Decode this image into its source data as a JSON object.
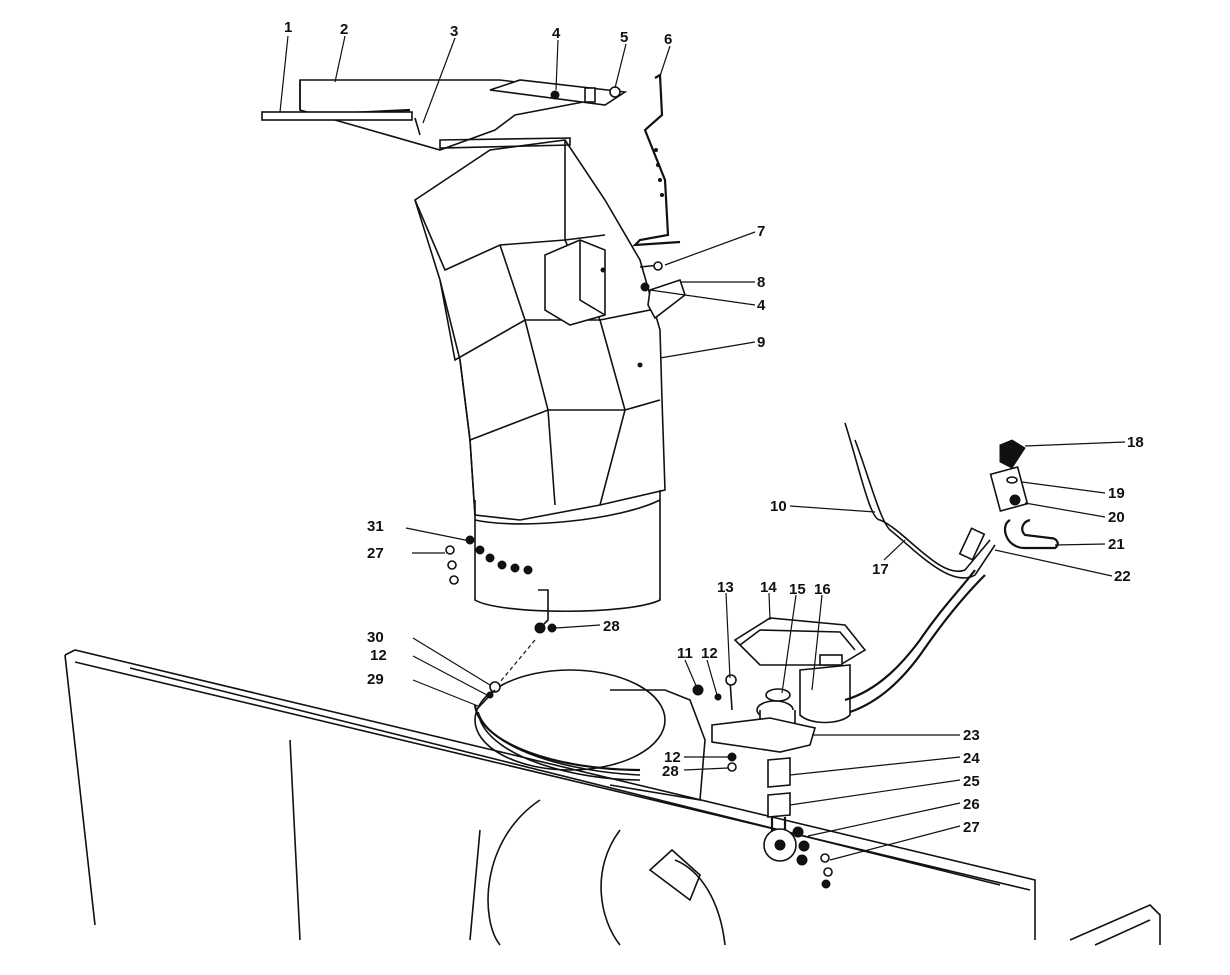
{
  "callouts": [
    "1",
    "2",
    "3",
    "4",
    "5",
    "6",
    "7",
    "8",
    "4",
    "9",
    "10",
    "11",
    "12",
    "13",
    "14",
    "15",
    "16",
    "17",
    "18",
    "19",
    "20",
    "21",
    "22",
    "23",
    "12",
    "28",
    "24",
    "25",
    "26",
    "27",
    "27",
    "28",
    "29",
    "30",
    "12",
    "31"
  ]
}
